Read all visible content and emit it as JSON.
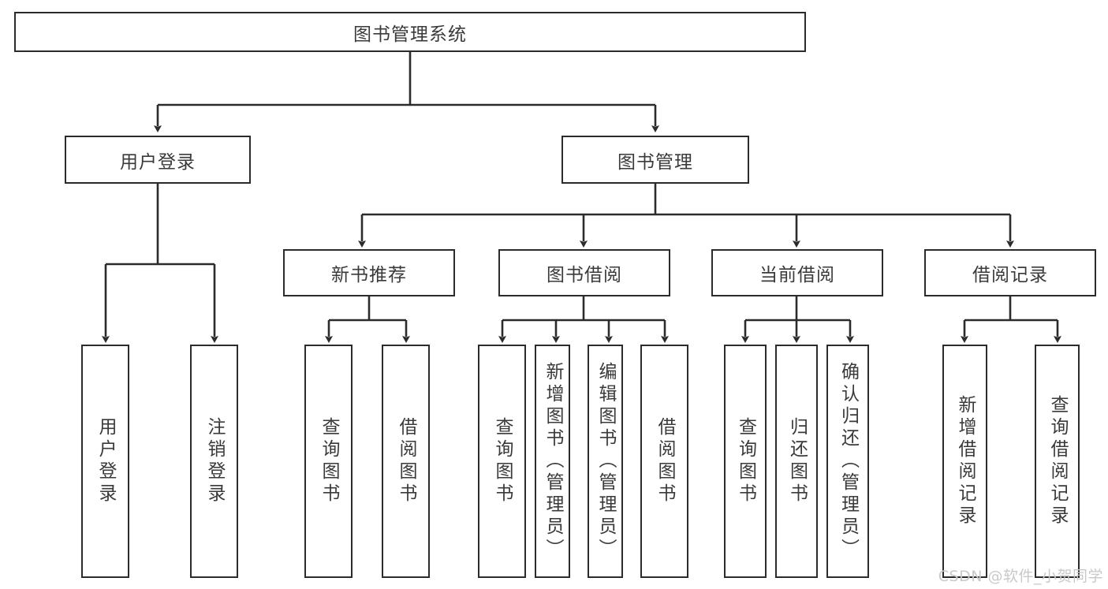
{
  "diagram": {
    "type": "hierarchy-tree",
    "title": "图书管理系统",
    "background_color": "#ffffff",
    "line_color": "#2b2b2b",
    "text_color": "#3a3a3a",
    "root": {
      "label": "图书管理系统"
    },
    "level1": [
      {
        "label": "用户登录"
      },
      {
        "label": "图书管理"
      }
    ],
    "level2": [
      {
        "label": "新书推荐"
      },
      {
        "label": "图书借阅"
      },
      {
        "label": "当前借阅"
      },
      {
        "label": "借阅记录"
      }
    ],
    "leaves": {
      "user_login": [
        {
          "label": "用户登录"
        },
        {
          "label": "注销登录"
        }
      ],
      "new_book_recommend": [
        {
          "label": "查询图书"
        },
        {
          "label": "借阅图书"
        }
      ],
      "book_borrow": [
        {
          "label": "查询图书"
        },
        {
          "label": "新增图书（管理员）"
        },
        {
          "label": "编辑图书（管理员）"
        },
        {
          "label": "借阅图书"
        }
      ],
      "current_borrow": [
        {
          "label": "查询图书"
        },
        {
          "label": "归还图书"
        },
        {
          "label": "确认归还（管理员）"
        }
      ],
      "borrow_record": [
        {
          "label": "新增借阅记录"
        },
        {
          "label": "查询借阅记录"
        }
      ]
    }
  },
  "watermark": {
    "text": "CSDN @软件_小贺同学"
  }
}
